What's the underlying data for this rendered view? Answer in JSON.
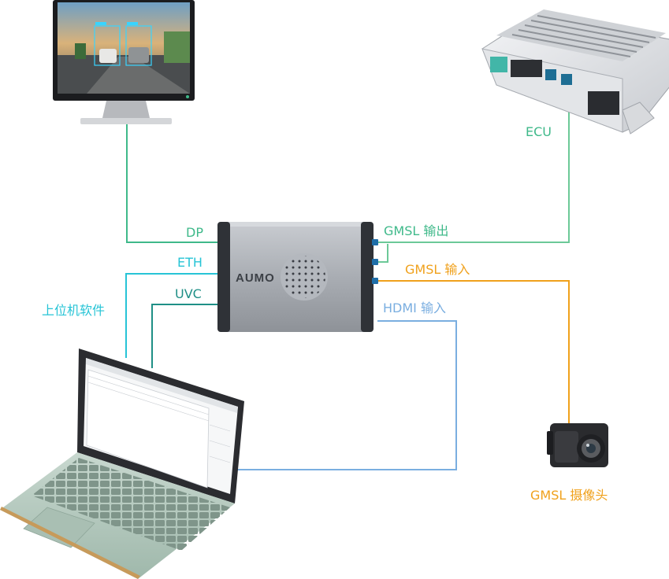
{
  "device": {
    "logo": "AUMO"
  },
  "labels": {
    "dp": "DP",
    "eth": "ETH",
    "uvc": "UVC",
    "host_software": "上位机软件",
    "gmsl_out": "GMSL 输出",
    "gmsl_in": "GMSL 输入",
    "hdmi_in": "HDMI 输入",
    "ecu": "ECU",
    "gmsl_camera": "GMSL 摄像头"
  },
  "colors": {
    "dp_line": "#3fb98a",
    "eth_line": "#27c4d6",
    "uvc_line": "#1f8f86",
    "gmsl_out_line": "#6cc998",
    "gmsl_in_line": "#f0a11c",
    "hdmi_line": "#7aaee0"
  }
}
